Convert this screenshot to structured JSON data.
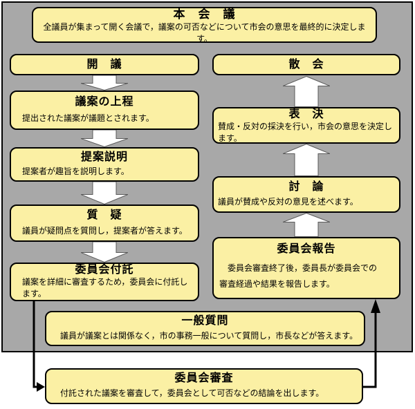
{
  "diagram": {
    "colors": {
      "background": "#A8A8A8",
      "box_fill": "#FBF0A4",
      "box_border": "#000000",
      "arrow_fill": "#FFFFFF",
      "arrow_outline": "#595959",
      "connector": "#000000"
    },
    "boxes": {
      "plenary": {
        "title": "本　会　議",
        "desc": "全議員が集まって開く会議で，議案の可否などについて市会の意思を最終的に決定します。"
      },
      "opening": {
        "title": "開　議"
      },
      "introduction": {
        "title": "議案の上程",
        "desc": "提出された議案が議題とされます。"
      },
      "explanation": {
        "title": "提案説明",
        "desc": "提案者が趣旨を説明します。"
      },
      "questions": {
        "title": "質　疑",
        "desc": "議員が疑問点を質問し，提案者が答えます。"
      },
      "referral": {
        "title": "委員会付託",
        "desc": "議案を詳細に審査するため，委員会に付託します。"
      },
      "adjournment": {
        "title": "散　会"
      },
      "vote": {
        "title": "表　決",
        "desc": "賛成・反対の採決を行い，市会の意思を決定します。"
      },
      "debate": {
        "title": "討　論",
        "desc": "議員が賛成や反対の意見を述べます。"
      },
      "report": {
        "title": "委員会報告",
        "desc": "　委員会審査終了後，委員長が委員会での\n審査経過や結果を報告します。"
      },
      "general": {
        "title": "一般質問",
        "desc": "議員が議案とは関係なく，市の事務一般について質問し，市長などが答えます。"
      },
      "review": {
        "title": "委員会審査",
        "desc": "付託された議案を審査して，委員会として可否などの結論を出します。"
      }
    }
  }
}
